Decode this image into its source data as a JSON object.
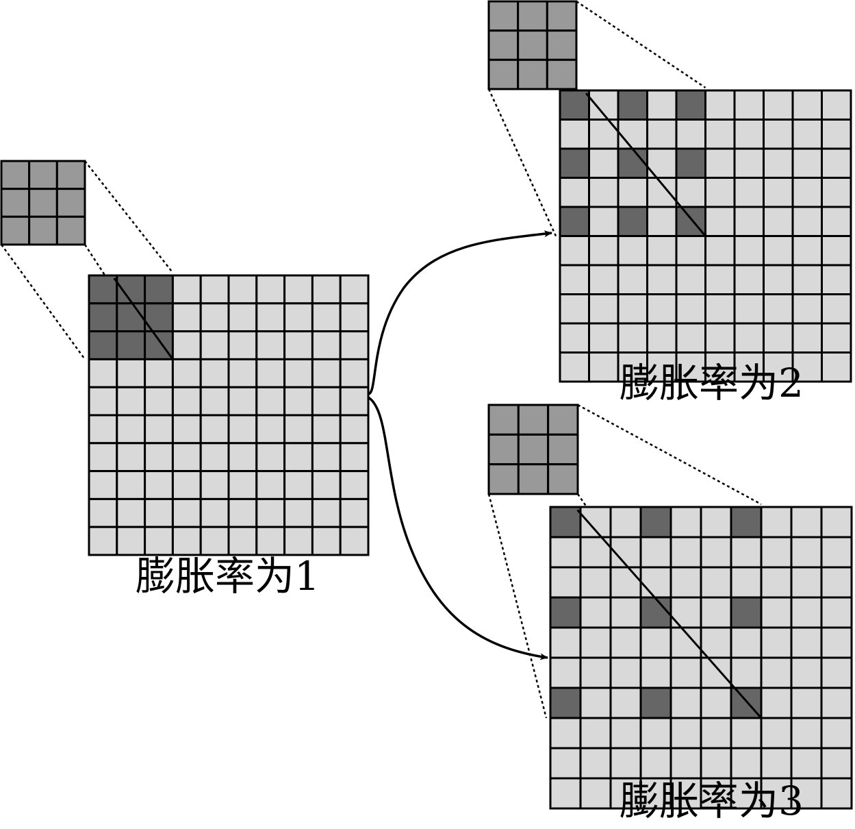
{
  "colors": {
    "background": "#ffffff",
    "cell_light": "#d9d9d9",
    "cell_dark": "#666666",
    "kernel_fill": "#999999",
    "line": "#000000"
  },
  "panels": [
    {
      "id": "rate-1",
      "label": "膨胀率为1",
      "dilation_rate": 1,
      "grid_size": 10,
      "kernel_size": 3
    },
    {
      "id": "rate-2",
      "label": "膨胀率为2",
      "dilation_rate": 2,
      "grid_size": 10,
      "kernel_size": 3
    },
    {
      "id": "rate-3",
      "label": "膨胀率为3",
      "dilation_rate": 3,
      "grid_size": 10,
      "kernel_size": 3
    }
  ]
}
